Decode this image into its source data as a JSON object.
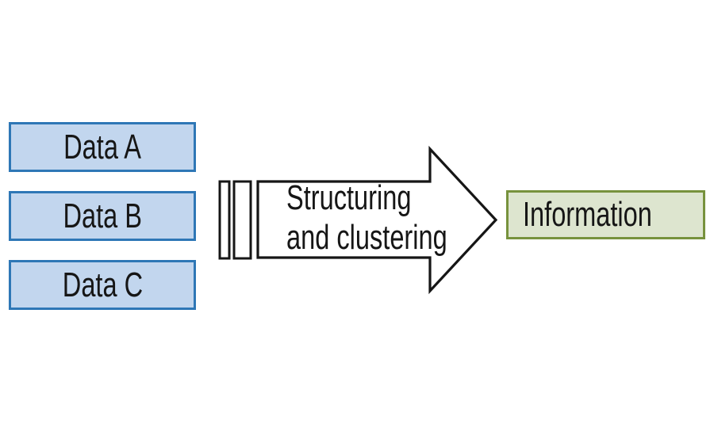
{
  "colors": {
    "background": "#ffffff",
    "text": "#161616",
    "outline": "#161616",
    "data_box_fill": "#c2d6ee",
    "data_box_border": "#2e77b6",
    "arrow_fill": "#ffffff",
    "info_box_fill": "#dde5cf",
    "info_box_border": "#77923d"
  },
  "data_boxes": [
    {
      "label": "Data A"
    },
    {
      "label": "Data B"
    },
    {
      "label": "Data C"
    }
  ],
  "arrow": {
    "label_lines": [
      "Structuring",
      "and clustering"
    ]
  },
  "info_box": {
    "label": "Information"
  }
}
